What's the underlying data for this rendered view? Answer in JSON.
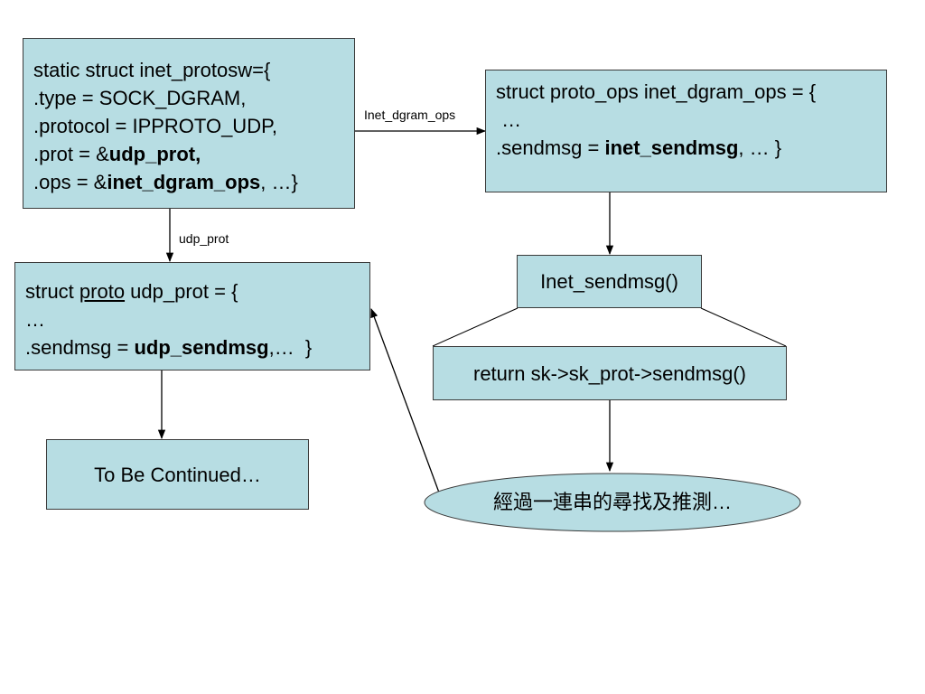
{
  "protosw_box": {
    "line1": "static struct inet_protosw={",
    "line2": ".type = SOCK_DGRAM,",
    "line3": ".protocol = IPPROTO_UDP,",
    "line4_pre": ".prot = &",
    "line4_bold": "udp_prot,",
    "line5_pre": ".ops = &",
    "line5_bold": "inet_dgram_ops",
    "line5_post": ", …}"
  },
  "dgram_ops_box": {
    "line1": "struct proto_ops inet_dgram_ops = {",
    "line2": " …",
    "line3_pre": ".sendmsg = ",
    "line3_bold": "inet_sendmsg",
    "line3_post": ", … }"
  },
  "udp_prot_box": {
    "line1_pre": "struct ",
    "line1_underline": "proto",
    "line1_post": " udp_prot = {",
    "line2": "…",
    "line3_pre": ".sendmsg = ",
    "line3_bold": "udp_sendmsg",
    "line3_post": ",…  }"
  },
  "inet_sendmsg_box": {
    "label": "Inet_sendmsg()"
  },
  "return_box": {
    "label": "return sk->sk_prot->sendmsg()"
  },
  "continued_box": {
    "label": "To Be Continued…"
  },
  "search_ellipse": {
    "label": "經過一連串的尋找及推測…"
  },
  "edge_labels": {
    "inet_dgram_ops": "Inet_dgram_ops",
    "udp_prot": "udp_prot"
  }
}
